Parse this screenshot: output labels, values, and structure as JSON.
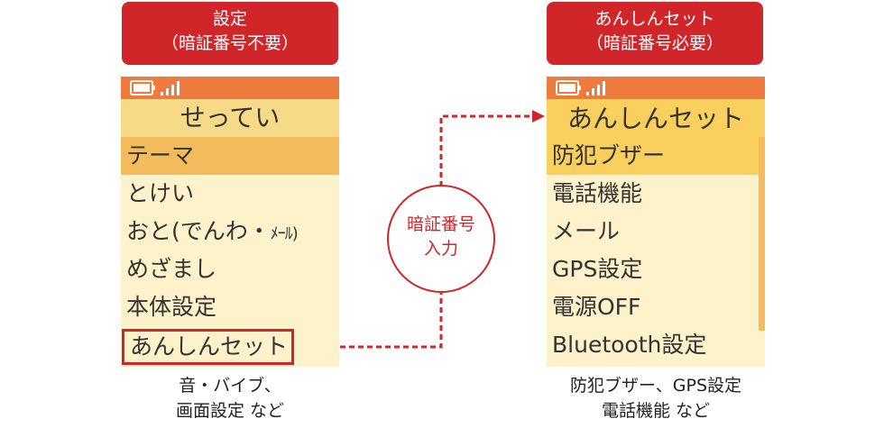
{
  "left_panel": {
    "header_line1": "設定",
    "header_line2": "（暗証番号不要）",
    "title": "せってい",
    "items": [
      {
        "label": "テーマ",
        "selected": true
      },
      {
        "label": "とけい"
      },
      {
        "label": "おと(でんわ・",
        "suffix": "ﾒｰﾙ)"
      },
      {
        "label": "めざまし"
      },
      {
        "label": "本体設定"
      },
      {
        "label": "あんしんセット",
        "boxed": true
      }
    ],
    "caption_line1": "音・バイブ、",
    "caption_line2": "画面設定 など"
  },
  "middle": {
    "circle_line1": "暗証番号",
    "circle_line2": "入力"
  },
  "right_panel": {
    "header_line1": "あんしんセット",
    "header_line2": "（暗証番号必要）",
    "title": "あんしんセット",
    "items": [
      {
        "label": "防犯ブザー",
        "selected": true
      },
      {
        "label": "電話機能"
      },
      {
        "label": "メール"
      },
      {
        "label": "GPS設定"
      },
      {
        "label": "電源OFF"
      },
      {
        "label": "Bluetooth設定"
      }
    ],
    "caption_line1": "防犯ブザー、GPS設定",
    "caption_line2": "電話機能 など"
  },
  "colors": {
    "accent_red": "#d0262a",
    "status_orange": "#ee7b3d",
    "title_yellow": "#f7da87",
    "highlight_orange": "#f3bb5c",
    "screen_cream": "#fdf2c9"
  },
  "icons": [
    "battery-icon",
    "signal-icon",
    "dashed-arrow-icon"
  ]
}
